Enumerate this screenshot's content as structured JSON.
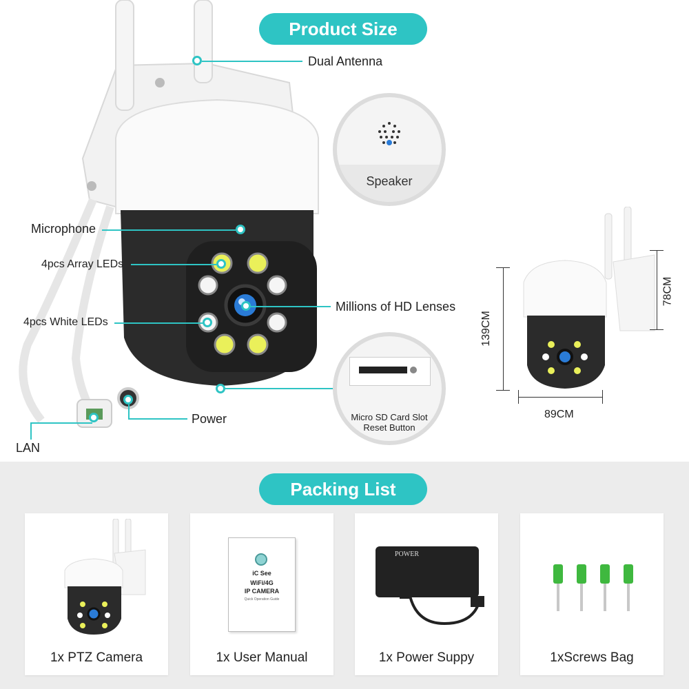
{
  "header": {
    "product_size_title": "Product Size"
  },
  "callouts": {
    "dual_antenna": "Dual Antenna",
    "microphone": "Microphone",
    "array_leds": "4pcs Array LEDs",
    "white_leds": "4pcs White LEDs",
    "hd_lenses": "Millions of HD Lenses",
    "power": "Power",
    "lan": "LAN",
    "speaker": "Speaker",
    "sd_slot_line1": "Micro SD Card Slot",
    "sd_slot_line2": "Reset Button"
  },
  "dimensions": {
    "height_total": "139CM",
    "height_dome": "78CM",
    "width": "89CM"
  },
  "packing": {
    "title": "Packing List",
    "items": [
      {
        "label": "1x PTZ Camera"
      },
      {
        "label": "1x User Manual"
      },
      {
        "label": "1x Power Suppy"
      },
      {
        "label": "1xScrews Bag"
      }
    ],
    "manual_cover": {
      "brand": "iC See",
      "line1": "WiFi/4G",
      "line2": "IP CAMERA",
      "line3": "Quick Operation Guide"
    },
    "adapter_text": "POWER"
  },
  "colors": {
    "accent": "#2ec4c4",
    "lower_bg": "#ececec"
  }
}
